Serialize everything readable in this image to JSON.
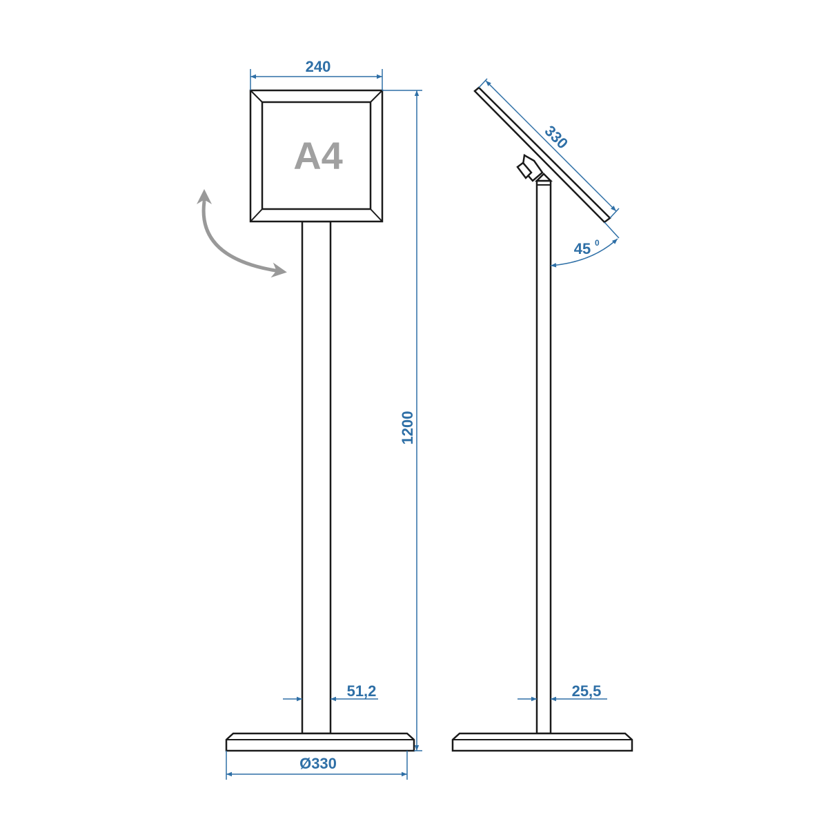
{
  "front_view": {
    "frame_label": "A4",
    "dim_width": "240",
    "dim_height": "1200",
    "dim_pole_diameter": "51,2",
    "dim_base_diameter": "Ø330"
  },
  "side_view": {
    "dim_panel_length": "330",
    "dim_angle": "45",
    "dim_angle_unit": "0",
    "dim_pole_width": "25,5"
  },
  "colors": {
    "dimension": "#2e6fa6",
    "outline": "#1a1a1a",
    "rotate_arrow": "#999999"
  }
}
